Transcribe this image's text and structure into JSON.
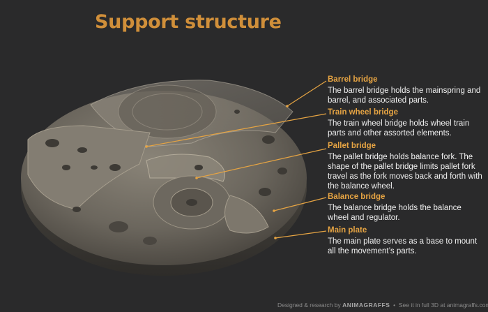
{
  "title": "Support structure",
  "annotations": [
    {
      "heading": "Barrel bridge",
      "text": "The barrel bridge holds the mainspring and barrel, and associated parts."
    },
    {
      "heading": "Train wheel bridge",
      "text": "The train wheel bridge holds wheel train parts and other assorted elements."
    },
    {
      "heading": "Pallet bridge",
      "text": "The pallet bridge holds balance fork. The shape of the pallet bridge limits pallet fork travel as the fork moves back and forth with the balance wheel."
    },
    {
      "heading": "Balance bridge",
      "text": "The balance bridge holds the balance wheel and regulator."
    },
    {
      "heading": "Main plate",
      "text": "The main plate serves as a base to mount all the movement’s parts."
    }
  ],
  "footer": {
    "designed": "Designed & research by",
    "brand": "ANIMAGRAFFS",
    "link": "See it in full 3D at animagraffs.com"
  },
  "colors": {
    "accent": "#e6a443",
    "title": "#d08f3a",
    "background": "#2a2a2b"
  }
}
